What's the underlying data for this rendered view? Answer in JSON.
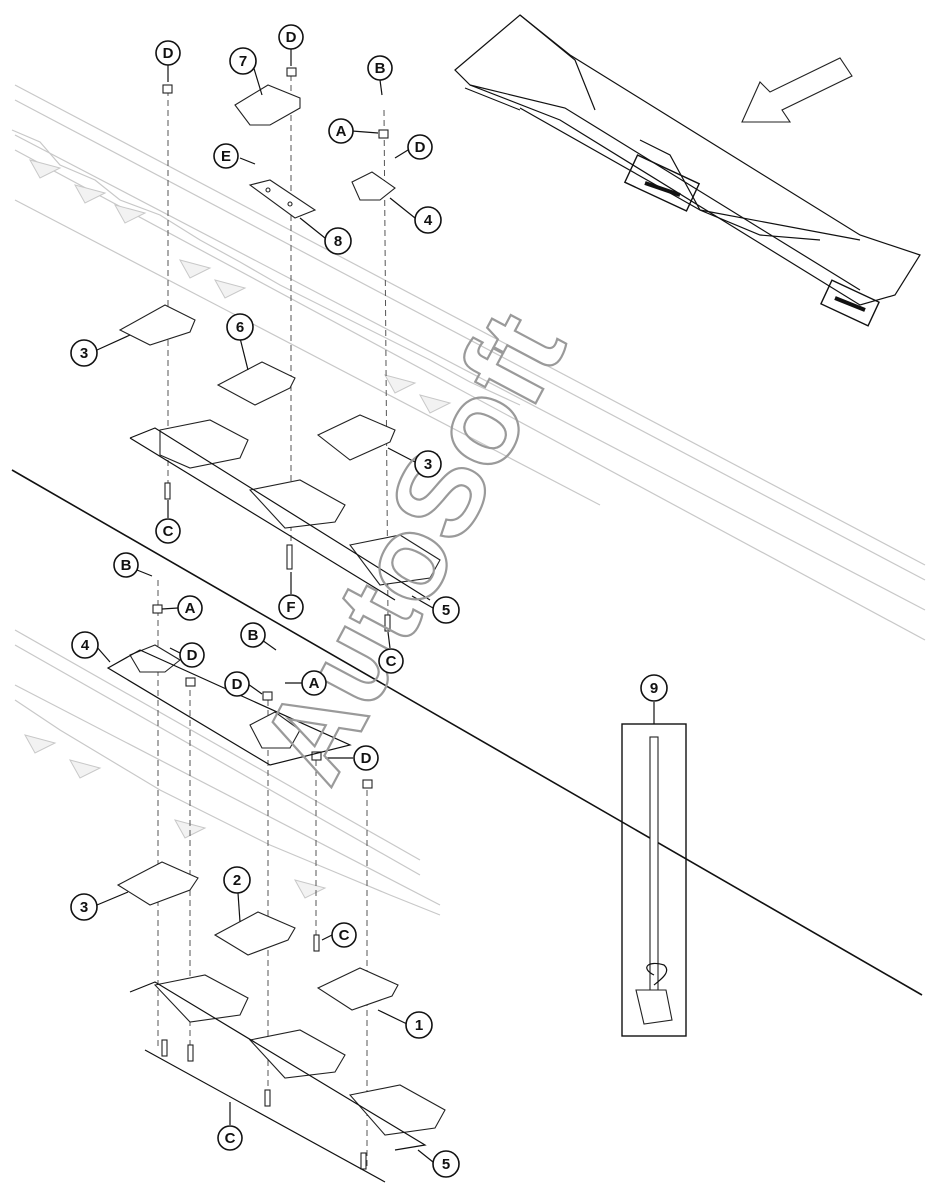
{
  "watermark": {
    "text": "AutoSoft"
  },
  "callouts": {
    "c1": "1",
    "c2": "2",
    "c3a": "3",
    "c3b": "3",
    "c3c": "3",
    "c4a": "4",
    "c4b": "4",
    "c5a": "5",
    "c5b": "5",
    "c6": "6",
    "c7": "7",
    "c8": "8",
    "c9": "9",
    "A1": "A",
    "A2": "A",
    "A3": "A",
    "B1": "B",
    "B2": "B",
    "B3": "B",
    "C1": "C",
    "C2": "C",
    "C3": "C",
    "C4": "C",
    "D1": "D",
    "D2": "D",
    "D3": "D",
    "D4": "D",
    "D5": "D",
    "D6": "D",
    "E1": "E",
    "F1": "F"
  }
}
